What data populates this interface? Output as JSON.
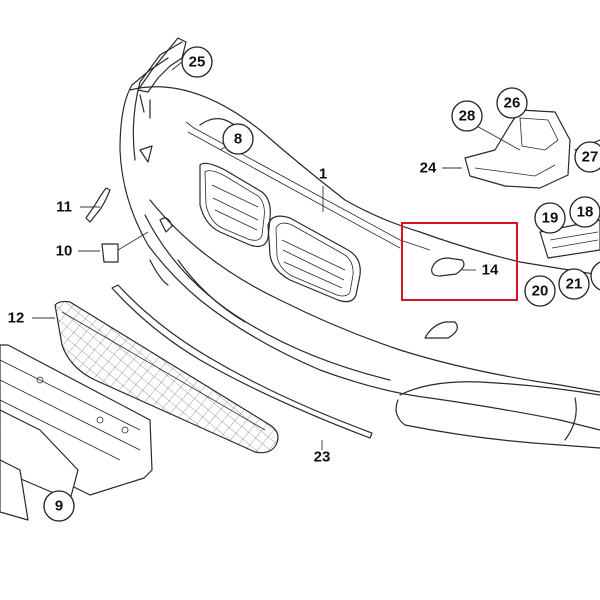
{
  "diagram": {
    "highlight_part": "14",
    "circled_labels": [
      "25",
      "8",
      "28",
      "26",
      "27",
      "19",
      "18",
      "20",
      "21",
      "9"
    ],
    "plain_labels": [
      "1",
      "11",
      "10",
      "12",
      "24",
      "14",
      "23"
    ]
  }
}
